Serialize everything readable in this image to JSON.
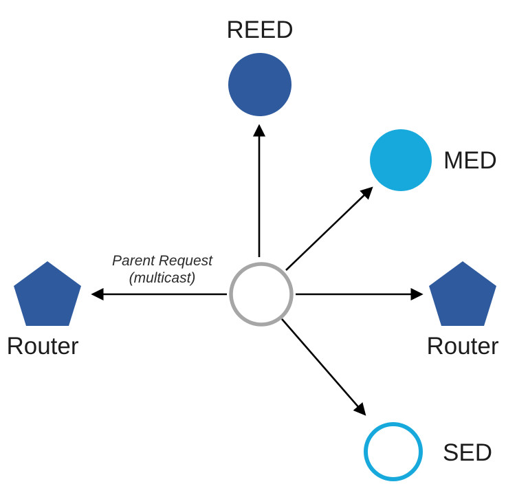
{
  "diagram": {
    "annotation": {
      "line1": "Parent Request",
      "line2": "(multicast)"
    },
    "nodes": {
      "reed": {
        "label": "REED"
      },
      "med": {
        "label": "MED"
      },
      "router_right": {
        "label": "Router"
      },
      "router_left": {
        "label": "Router"
      },
      "sed": {
        "label": "SED"
      }
    },
    "colors": {
      "node_blue": "#2f5b9e",
      "node_cyan": "#17a9dc",
      "center_gray": "#a6a6a6",
      "arrow_black": "#000000"
    }
  }
}
